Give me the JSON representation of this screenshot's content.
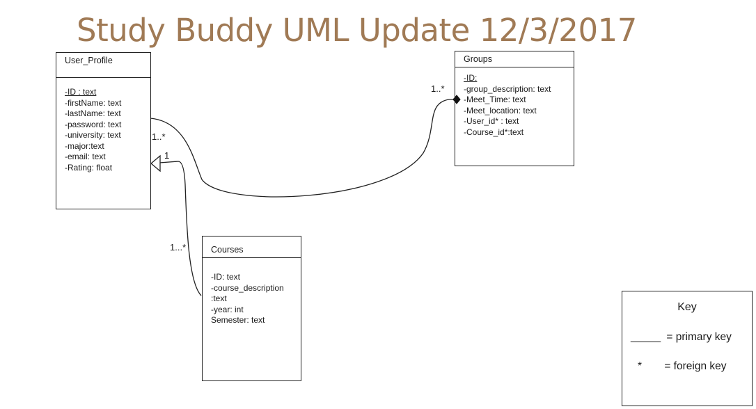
{
  "title": "Study Buddy UML Update 12/3/2017",
  "colors": {
    "title": "#a07a55",
    "stroke": "#222222",
    "background": "#ffffff"
  },
  "entities": {
    "user_profile": {
      "name": "User_Profile",
      "attributes": [
        "-ID : text",
        "-firstName: text",
        "-lastName: text",
        "-password: text",
        "-university: text",
        "-major:text",
        "-email: text",
        "-Rating: float"
      ]
    },
    "groups": {
      "name": "Groups",
      "attributes": [
        "-ID:",
        "-group_description: text",
        "-Meet_Time: text",
        "-Meet_location: text",
        "-User_id* : text",
        "-Course_id*:text"
      ]
    },
    "courses": {
      "name": "Courses",
      "attributes": [
        "-ID: text",
        "-course_description",
        ":text",
        "-year: int",
        "Semester: text"
      ]
    }
  },
  "multiplicities": {
    "groups_side": "1..*",
    "user_groups_side": "1..*",
    "user_courses_side": "1",
    "courses_side": "1...*"
  },
  "key": {
    "title": "Key",
    "primary_symbol": "_____",
    "primary_text": "= primary key",
    "foreign_symbol": "*",
    "foreign_text": "= foreign key"
  }
}
